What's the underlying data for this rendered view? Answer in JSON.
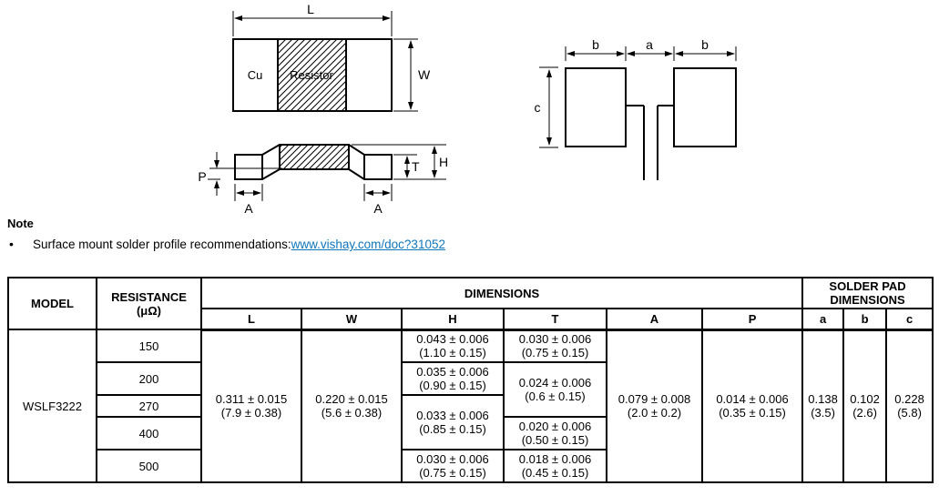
{
  "diagram": {
    "top_view": {
      "label_cu": "Cu",
      "label_resistor": "Resistor",
      "dim_l": "L",
      "dim_w": "W"
    },
    "side_view": {
      "dim_p": "P",
      "dim_a_left": "A",
      "dim_a_right": "A",
      "dim_t": "T",
      "dim_h": "H"
    },
    "pad_view": {
      "dim_b_left": "b",
      "dim_a": "a",
      "dim_b_right": "b",
      "dim_c": "c"
    }
  },
  "note": {
    "heading": "Note",
    "bullet": "•",
    "bullet_text": "Surface mount solder profile recommendations: ",
    "link": "www.vishay.com/doc?31052",
    "link_color": "#0f76bb"
  },
  "table": {
    "header": {
      "model": "MODEL",
      "resistance": "RESISTANCE",
      "resistance_unit": "(μΩ)",
      "dimensions": "DIMENSIONS",
      "solder_pad": "SOLDER PAD DIMENSIONS"
    },
    "col_headers": [
      "L",
      "W",
      "H",
      "T",
      "A",
      "P",
      "a",
      "b",
      "c"
    ],
    "model": "WSLF3222",
    "resistance_values": [
      "150",
      "200",
      "270",
      "400",
      "500"
    ],
    "l_cell": {
      "in": "0.311 ± 0.015",
      "mm": "(7.9 ± 0.38)"
    },
    "w_cell": {
      "in": "0.220 ± 0.015",
      "mm": "(5.6 ± 0.38)"
    },
    "h_cells": [
      {
        "in": "0.043 ± 0.006",
        "mm": "(1.10 ± 0.15)"
      },
      {
        "in": "0.035 ± 0.006",
        "mm": "(0.90 ± 0.15)"
      },
      {
        "in": "0.033 ± 0.006",
        "mm": "(0.85 ± 0.15)"
      },
      {
        "in": "0.030 ± 0.006",
        "mm": "(0.75 ± 0.15)"
      }
    ],
    "t_cells": [
      {
        "in": "0.030 ± 0.006",
        "mm": "(0.75 ± 0.15)"
      },
      {
        "in": "0.024 ± 0.006",
        "mm": "(0.6 ± 0.15)"
      },
      {
        "in": "0.020 ± 0.006",
        "mm": "(0.50 ± 0.15)"
      },
      {
        "in": "0.018 ± 0.006",
        "mm": "(0.45 ± 0.15)"
      }
    ],
    "a_cell": {
      "in": "0.079 ± 0.008",
      "mm": "(2.0 ± 0.2)"
    },
    "p_cell": {
      "in": "0.014 ± 0.006",
      "mm": "(0.35 ± 0.15)"
    },
    "pad_a_cell": {
      "in": "0.138",
      "mm": "(3.5)"
    },
    "pad_b_cell": {
      "in": "0.102",
      "mm": "(2.6)"
    },
    "pad_c_cell": {
      "in": "0.228",
      "mm": "(5.8)"
    }
  }
}
